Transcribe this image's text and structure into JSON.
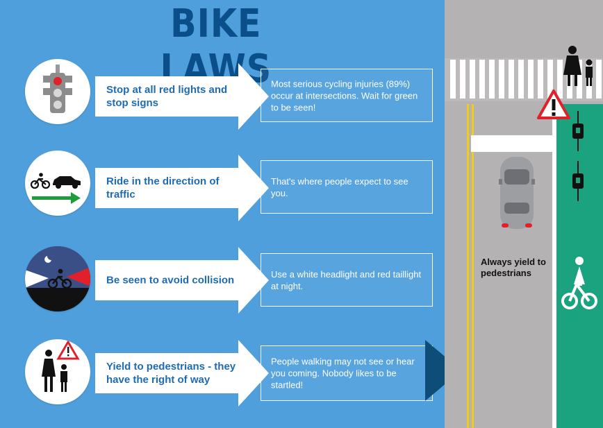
{
  "title": "BIKE LAWS",
  "rows": [
    {
      "rule": "Stop at all red lights and stop signs",
      "detail": "Most serious cycling injuries (89%) occur at intersections. Wait for green to be seen!",
      "icon": "traffic-light-icon"
    },
    {
      "rule": "Ride in the direction of traffic",
      "detail": "That's where people expect to see you.",
      "icon": "bike-and-car-direction-icon"
    },
    {
      "rule": "Be seen to avoid collision",
      "detail": "Use a white headlight and red taillight at night.",
      "icon": "night-cyclist-lights-icon"
    },
    {
      "rule": "Yield to pedestrians - they have the right of way",
      "detail": "People walking may not see or hear you coming. Nobody likes to be startled!",
      "icon": "pedestrians-warning-icon"
    }
  ],
  "street": {
    "yield_label": "Always yield to pedestrians"
  },
  "colors": {
    "background": "#4e9fdc",
    "title": "#0a4e8a",
    "label_text": "#1f6bb3",
    "bike_lane": "#1aa37e",
    "yellow_line": "#f2cc1a",
    "arrow_dark": "#0d4d78",
    "red": "#e0202a"
  }
}
